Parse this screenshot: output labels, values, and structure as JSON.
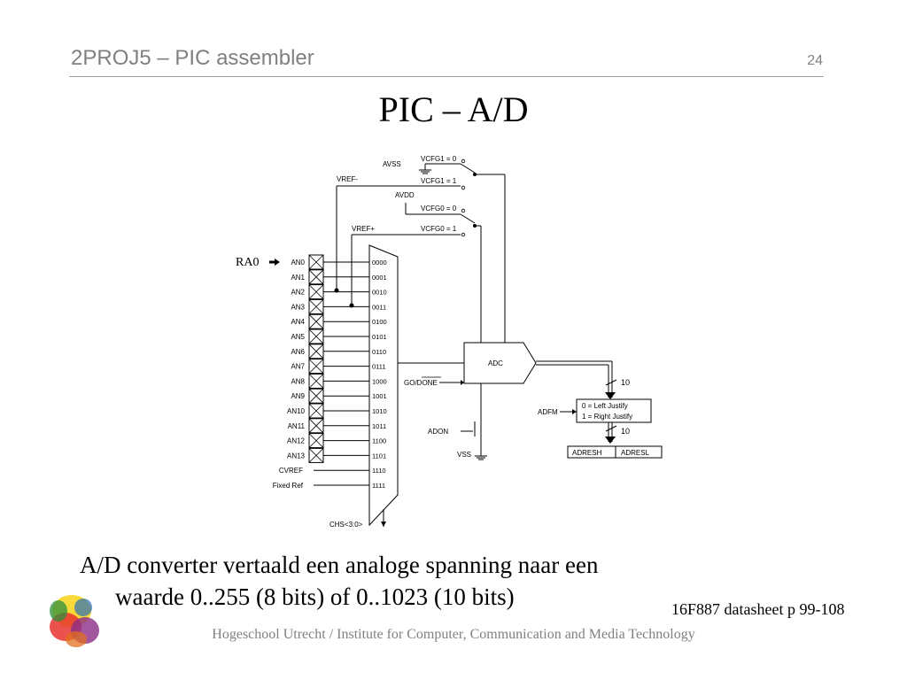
{
  "header": {
    "title": "2PROJ5 – PIC assembler",
    "slide_number": "24"
  },
  "main_title": "PIC – A/D",
  "diagram": {
    "ra0_label": "RA0",
    "channels": [
      "AN0",
      "AN1",
      "AN2",
      "AN3",
      "AN4",
      "AN5",
      "AN6",
      "AN7",
      "AN8",
      "AN9",
      "AN10",
      "AN11",
      "AN12",
      "AN13",
      "CVREF",
      "Fixed Ref"
    ],
    "mux_codes": [
      "0000",
      "0001",
      "0010",
      "0011",
      "0100",
      "0101",
      "0110",
      "0111",
      "1000",
      "1001",
      "1010",
      "1011",
      "1100",
      "1101",
      "1110",
      "1111"
    ],
    "avss": "AVSS",
    "avdd": "AVDD",
    "vref_minus": "VREF-",
    "vref_plus": "VREF+",
    "vcfg1_0": "VCFG1 = 0",
    "vcfg1_1": "VCFG1 = 1",
    "vcfg0_0": "VCFG0 = 0",
    "vcfg0_1": "VCFG0 = 1",
    "adc": "ADC",
    "go_done": "GO/DONE",
    "adon": "ADON",
    "vss": "VSS",
    "adfm": "ADFM",
    "left_justify": "0 = Left Justify",
    "right_justify": "1 = Right Justify",
    "bits_top": "10",
    "bits_bottom": "10",
    "adresh": "ADRESH",
    "adresl": "ADRESL",
    "chs": "CHS<3:0>"
  },
  "body": {
    "line1": "A/D converter vertaald een analoge spanning naar een",
    "line2": "waarde 0..255 (8 bits) of 0..1023 (10 bits)"
  },
  "datasheet_ref": "16F887 datasheet p 99-108",
  "footer": "Hogeschool Utrecht / Institute for Computer, Communication and Media Technology"
}
